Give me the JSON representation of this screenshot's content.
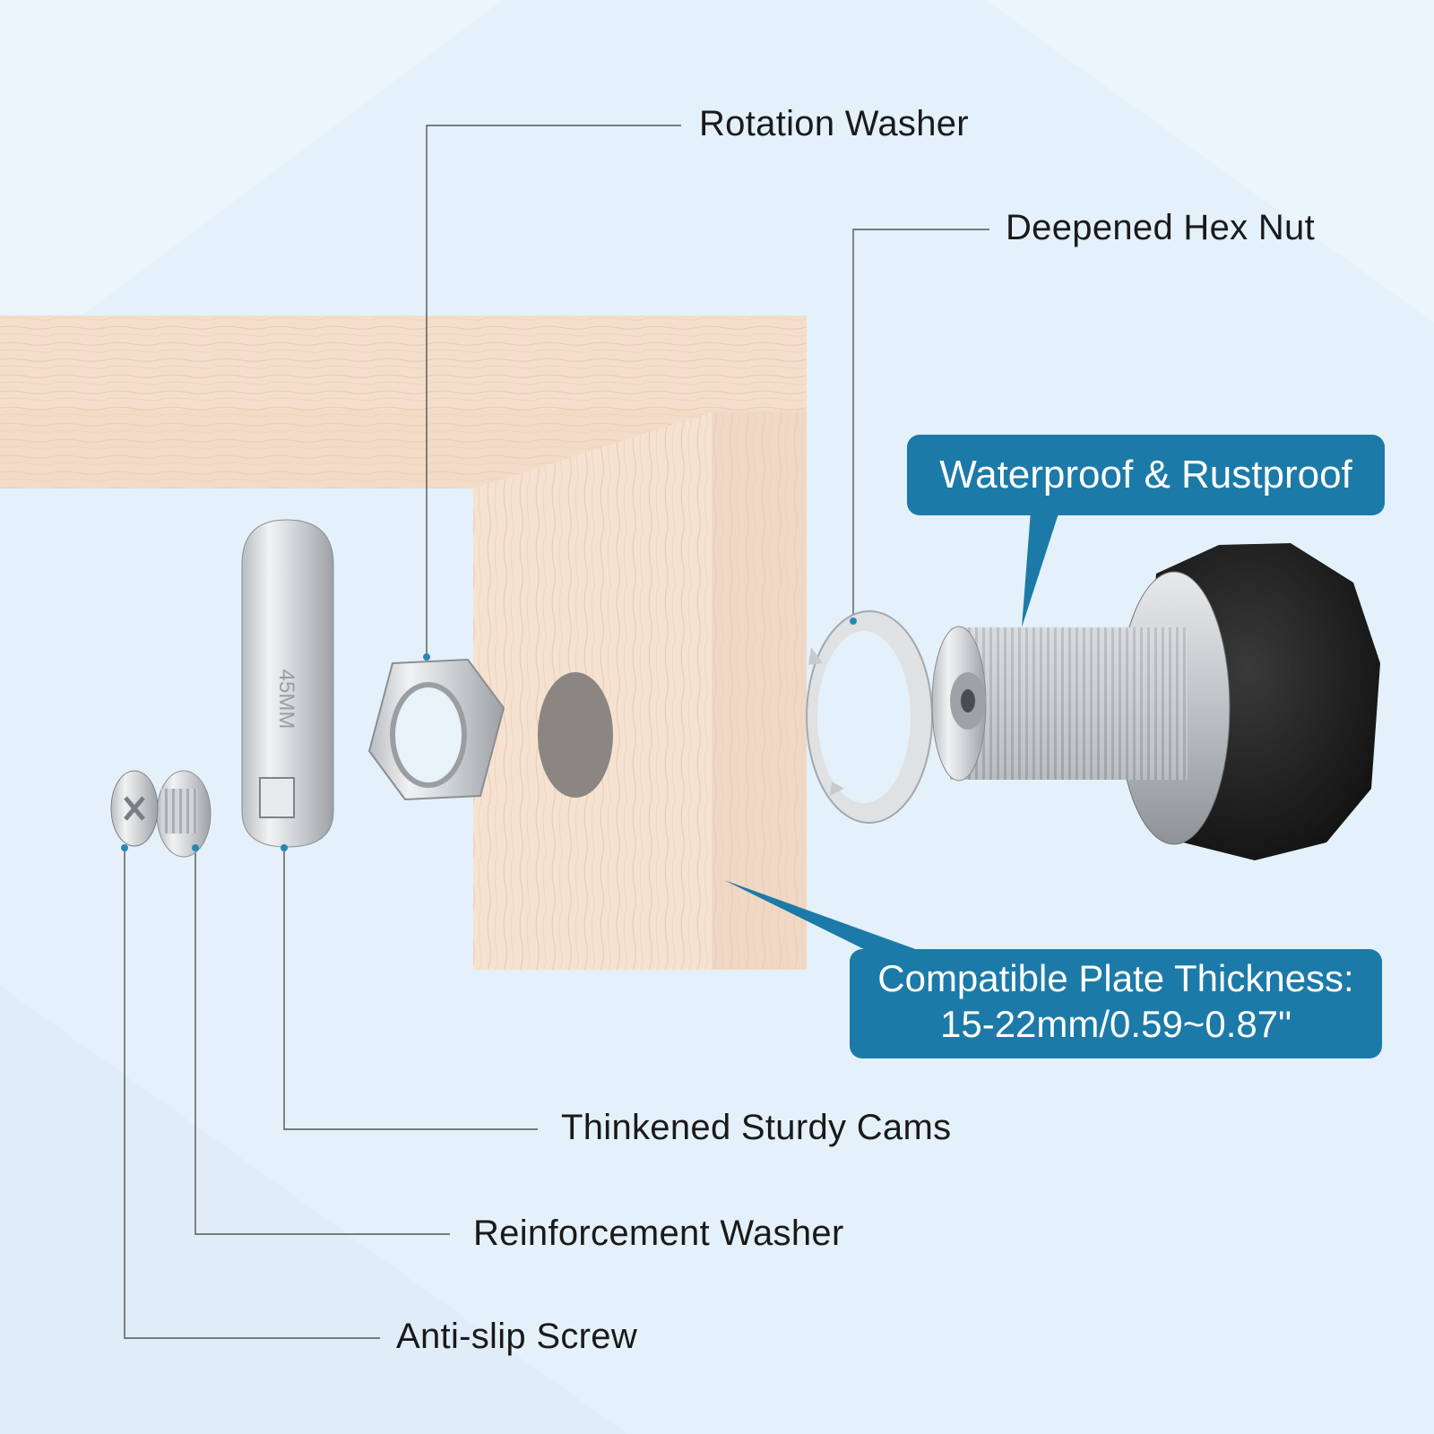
{
  "labels": {
    "rotation_washer": "Rotation Washer",
    "deepened_hex_nut": "Deepened Hex Nut",
    "thickened_cams": "Thinkened Sturdy Cams",
    "reinforcement_washer": "Reinforcement Washer",
    "anti_slip_screw": "Anti-slip Screw"
  },
  "callouts": {
    "waterproof": "Waterproof & Rustproof",
    "plate_thickness_line1": "Compatible Plate Thickness:",
    "plate_thickness_line2": "15-22mm/0.59~0.87\""
  },
  "cam_marking": "45MM",
  "colors": {
    "background": "#e4f1fa",
    "callout_blue": "#1c7aa8",
    "leader_dot": "#2a86b8",
    "wood": "#f3dcc8",
    "lock_knob": "#1b1b1b"
  }
}
